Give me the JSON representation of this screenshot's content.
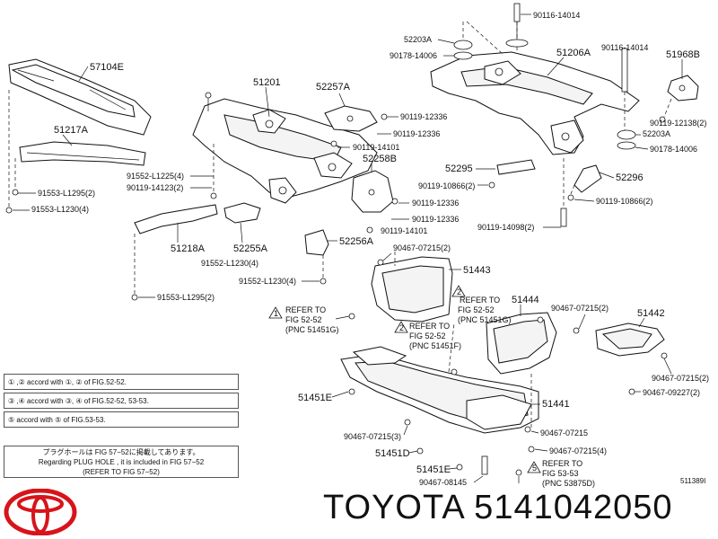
{
  "parts": {
    "p57104E": "57104E",
    "p51217A": "51217A",
    "p51201": "51201",
    "p52257A": "52257A",
    "p52203A_top": "52203A",
    "p90116_a": "90116-14014",
    "p51206A": "51206A",
    "p90116_b": "90116-14014",
    "p51968B": "51968B",
    "p90178_a": "90178-14006",
    "p90119_12336_a": "90119-12336",
    "p90119_12336_b": "90119-12336",
    "p90119_14101_a": "90119-14101",
    "p52258B": "52258B",
    "p90119_12138": "90119-12138(2)",
    "p52203A_bot": "52203A",
    "p90178_b": "90178-14006",
    "p52295": "52295",
    "p90119_10866_a": "90119-10866(2)",
    "p52296": "52296",
    "p90119_10866_b": "90119-10866(2)",
    "p90119_12336_c": "90119-12336",
    "p90119_12336_d": "90119-12336",
    "p90119_14101_b": "90119-14101",
    "p90119_14098": "90119-14098(2)",
    "p91552_L1225": "91552-L1225(4)",
    "p90119_14123": "90119-14123(2)",
    "p91553_L1295_a": "91553-L1295(2)",
    "p91553_L1230": "91553-L1230(4)",
    "p51218A": "51218A",
    "p52255A": "52255A",
    "p52256A": "52256A",
    "p91552_L1230_a": "91552-L1230(4)",
    "p91552_L1230_b": "91552-L1230(4)",
    "p91553_L1295_b": "91553-L1295(2)",
    "p90467_07215_a": "90467-07215(2)",
    "p51443": "51443",
    "p51444": "51444",
    "p90467_07215_b": "90467-07215(2)",
    "p51442": "51442",
    "p51441": "51441",
    "p90467_07215_c": "90467-07215(2)",
    "p90467_09227": "90467-09227(2)",
    "p51451E_a": "51451E",
    "p90467_07215_d": "90467-07215(3)",
    "p90467_07215_e": "90467-07215",
    "p90467_07215_f": "90467-07215(4)",
    "p51451D": "51451D",
    "p51451E_b": "51451E",
    "p90467_08145": "90467-08145"
  },
  "refs": {
    "r1_line1": "REFER TO",
    "r1_line2": "FIG 52-52",
    "r1_line3": "(PNC 51451G)",
    "r2_line1": "REFER TO",
    "r2_line2": "FIG 52-52",
    "r2_line3": "(PNC 51451G)",
    "r3_line1": "REFER TO",
    "r3_line2": "FIG 52-52",
    "r3_line3": "(PNC 51451F)",
    "r4_line1": "REFER TO",
    "r4_line2": "FIG 53-53",
    "r4_line3": "(PNC 53875D)"
  },
  "legend": {
    "row1_accord": "accord with",
    "row1_of": "of FIG.52-52.",
    "row2_accord": "accord with",
    "row2_of": "of FIG.52-52, 53-53.",
    "row3_accord": "accord with",
    "row3_of": "of FIG.53-53."
  },
  "note": {
    "line1": "プラグホールは FIG 57−52に掲載してあります。",
    "line2": "Regarding  PLUG  HOLE , it is included in FIG 57−52",
    "line3": "(REFER TO FIG 57−52)"
  },
  "brand": {
    "text": "TOYOTA 5141042050",
    "logo_icon": "toyota-logo-icon",
    "logo_color": "#d7141a"
  },
  "figure_id": "511389I"
}
